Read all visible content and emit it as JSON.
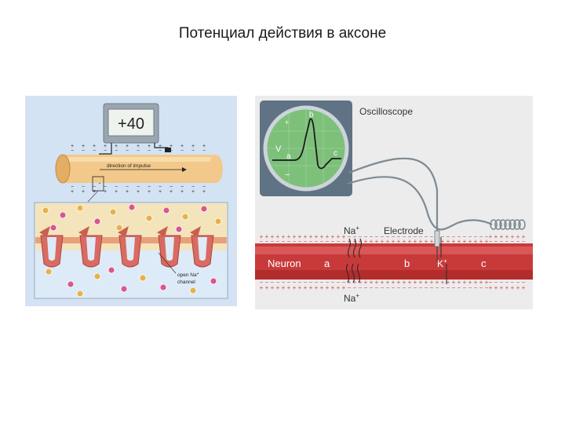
{
  "slide": {
    "title": "Потенциал действия в аксоне"
  },
  "left_figure": {
    "meter_reading": "+40",
    "impulse_label": "direction of impulse",
    "channel_label_line1": "open Na",
    "channel_label_sup": "+",
    "channel_label_line2": "channel",
    "colors": {
      "background": "#d4e3f4",
      "axon": "#f2c98a",
      "membrane_top": "#f4e4bc",
      "membrane_bottom": "#ddeaf8",
      "channel": "#d96b62",
      "sodium": "#e7b24a",
      "other_ion": "#d8588c"
    }
  },
  "right_figure": {
    "oscilloscope_label": "Oscilloscope",
    "screen_v": "V",
    "screen_plus": "+",
    "screen_minus": "−",
    "screen_a": "a",
    "screen_b": "b",
    "screen_c": "c",
    "na_top": "Na",
    "na_top_sup": "+",
    "electrode_label": "Electrode",
    "neuron_label": "Neuron",
    "point_a": "a",
    "point_b": "b",
    "k_label": "K",
    "k_sup": "+",
    "point_c": "c",
    "na_bottom": "Na",
    "na_bottom_sup": "+",
    "colors": {
      "background": "#ececec",
      "screen": "#7dc07a",
      "case": "#5f7384",
      "neuron": "#c83a3a",
      "charge": "#d54545"
    }
  }
}
